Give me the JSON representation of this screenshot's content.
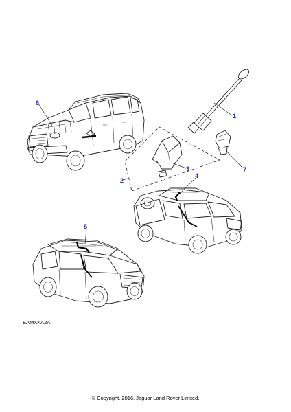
{
  "diagram": {
    "callouts": [
      "1",
      "2",
      "3",
      "4",
      "5",
      "6",
      "7"
    ],
    "reference_code": "EAMXKA2A",
    "copyright": "© Copyright, 2016. Jaguar Land Rover Limited."
  },
  "colors": {
    "callout": "#1a2fd0",
    "line": "#222222",
    "background": "#ffffff"
  }
}
